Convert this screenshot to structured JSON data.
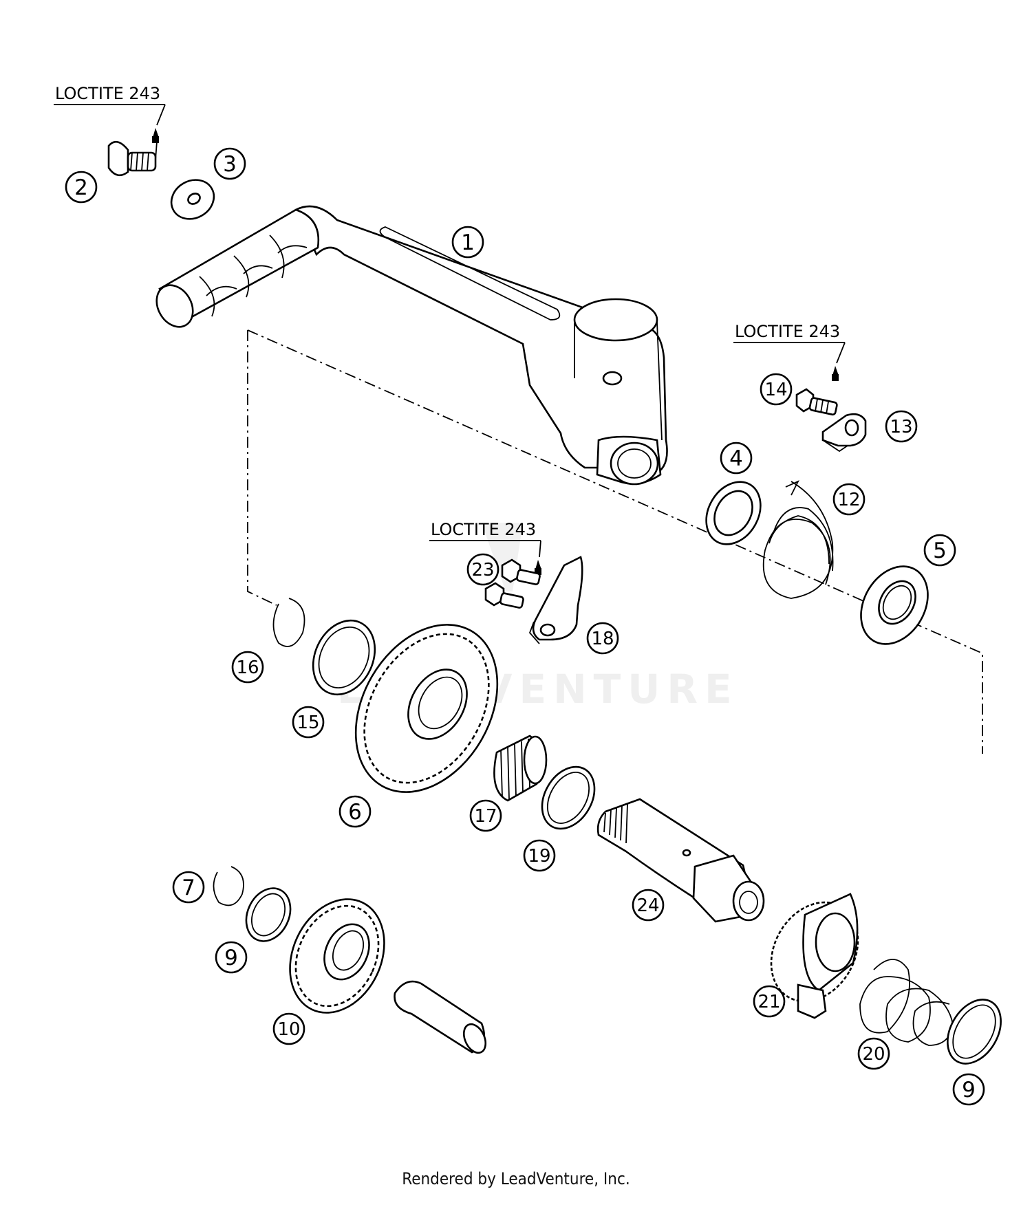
{
  "watermark": "LEADVENTURE",
  "footer": "Rendered by LeadVenture, Inc.",
  "notes": [
    {
      "id": "note-1",
      "text": "LOCTITE 243"
    },
    {
      "id": "note-2",
      "text": "LOCTITE 243"
    },
    {
      "id": "note-3",
      "text": "LOCTITE 243"
    }
  ],
  "callouts": {
    "c1": "1",
    "c2": "2",
    "c3": "3",
    "c4": "4",
    "c5": "5",
    "c6": "6",
    "c7": "7",
    "c9a": "9",
    "c9b": "9",
    "c10": "10",
    "c12": "12",
    "c13": "13",
    "c14": "14",
    "c15": "15",
    "c16": "16",
    "c17": "17",
    "c18": "18",
    "c19": "19",
    "c20": "20",
    "c21": "21",
    "c23": "23",
    "c24": "24"
  }
}
